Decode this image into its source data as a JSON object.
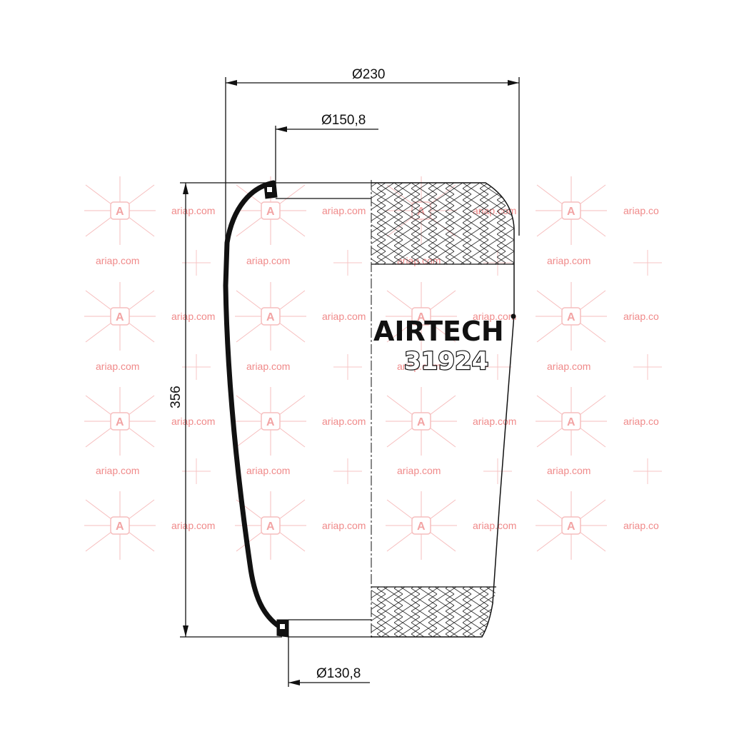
{
  "dimensions": {
    "outer_diameter": "Ø230",
    "top_diameter": "Ø150,8",
    "bottom_diameter": "Ø130,8",
    "height": "356"
  },
  "label": {
    "brand": "AIRTECH",
    "part_number": "31924"
  },
  "watermark": {
    "text": "ariap.com",
    "text_cut": "ariap.co",
    "logo_letter": "A",
    "color": "#f08a8a"
  },
  "colors": {
    "line": "#111111",
    "background": "#ffffff"
  }
}
